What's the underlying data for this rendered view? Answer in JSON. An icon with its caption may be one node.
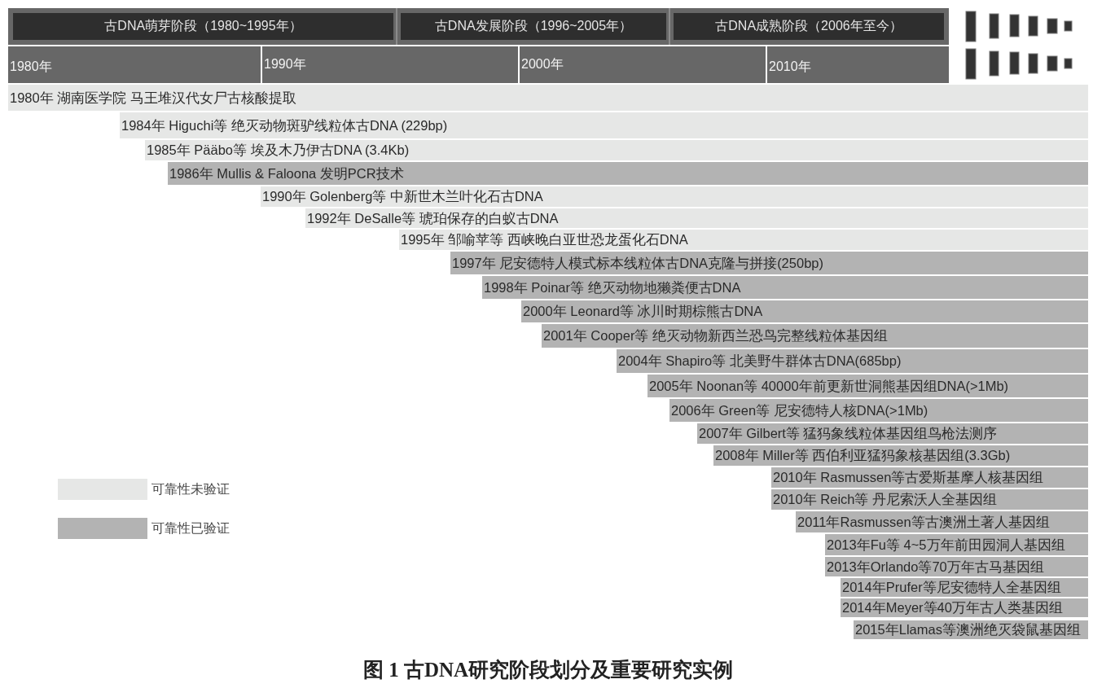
{
  "diagram": {
    "caption": "图 1 古DNA研究阶段划分及重要研究实例",
    "nodes": [
      {
        "text": [
          "古DNA萌芽阶段（1980~1995年）"
        ]
      },
      {
        "text": [
          "古DNA发展阶段（1996~2005年）"
        ]
      },
      {
        "text": [
          "古DNA成熟阶段（2006年至今）"
        ]
      },
      {
        "text": [
          "1980年"
        ]
      },
      {
        "text": [
          "1990年"
        ]
      },
      {
        "text": [
          "2000年"
        ]
      },
      {
        "text": [
          "2010年"
        ]
      },
      {
        "text": [
          "1980年 湖南医学院 马王堆汉代女尸古核酸提取"
        ]
      },
      {
        "text": [
          "1984年 Higuchi等 绝灭动物斑驴线粒体古DNA (229bp)"
        ]
      },
      {
        "text": [
          "1985年 Pääbo等 埃及木乃伊古DNA (3.4Kb)"
        ]
      },
      {
        "text": [
          "1986年 Mullis & Faloona 发明PCR技术"
        ]
      },
      {
        "text": [
          "1990年 Golenberg等 中新世木兰叶化石古DNA"
        ]
      },
      {
        "text": [
          "1992年 DeSalle等 琥珀保存的白蚁古DNA"
        ]
      },
      {
        "text": [
          "1995年 邹喻苹等 西峡晚白亚世恐龙蛋化石DNA"
        ]
      },
      {
        "text": [
          "1997年 尼安德特人模式标本线粒体古DNA克隆与拼接(250bp)"
        ]
      },
      {
        "text": [
          "1998年 Poinar等 绝灭动物地獭粪便古DNA"
        ]
      },
      {
        "text": [
          "2000年 Leonard等 冰川时期棕熊古DNA"
        ]
      },
      {
        "text": [
          "2001年 Cooper等 绝灭动物新西兰恐鸟完整线粒体基因组"
        ]
      },
      {
        "text": [
          "2004年 Shapiro等 北美野牛群体古DNA(685bp)"
        ]
      },
      {
        "text": [
          "2005年 Noonan等 40000年前更新世洞熊基因组DNA(>1Mb)"
        ]
      },
      {
        "text": [
          "2006年 Green等 尼安德特人核DNA(>1Mb)"
        ]
      },
      {
        "text": [
          "2007年 Gilbert等 猛犸象线粒体基因组鸟枪法测序"
        ]
      },
      {
        "text": [
          "2008年 Miller等 西伯利亚猛犸象核基因组(3.3Gb)"
        ]
      },
      {
        "text": [
          "2010年 Rasmussen等古爱斯基摩人核基因组"
        ]
      },
      {
        "text": [
          "2010年 Reich等 丹尼索沃人全基因组"
        ]
      },
      {
        "text": [
          "2011年Rasmussen等古澳洲土著人基因组"
        ]
      },
      {
        "text": [
          "2013年Fu等 4~5万年前田园洞人基因组"
        ]
      },
      {
        "text": [
          "2013年Orlando等70万年古马基因组"
        ]
      },
      {
        "text": [
          "2014年Prufer等尼安德特人全基因组"
        ]
      },
      {
        "text": [
          "2014年Meyer等40万年古人类基因组"
        ]
      },
      {
        "text": [
          "2015年Llamas等澳洲绝灭袋鼠基因组"
        ]
      }
    ],
    "legend": [
      {
        "text": "可靠性未验证",
        "color": "#e6e7e6"
      },
      {
        "text": "可靠性已验证",
        "color": "#b3b3b3"
      }
    ]
  }
}
